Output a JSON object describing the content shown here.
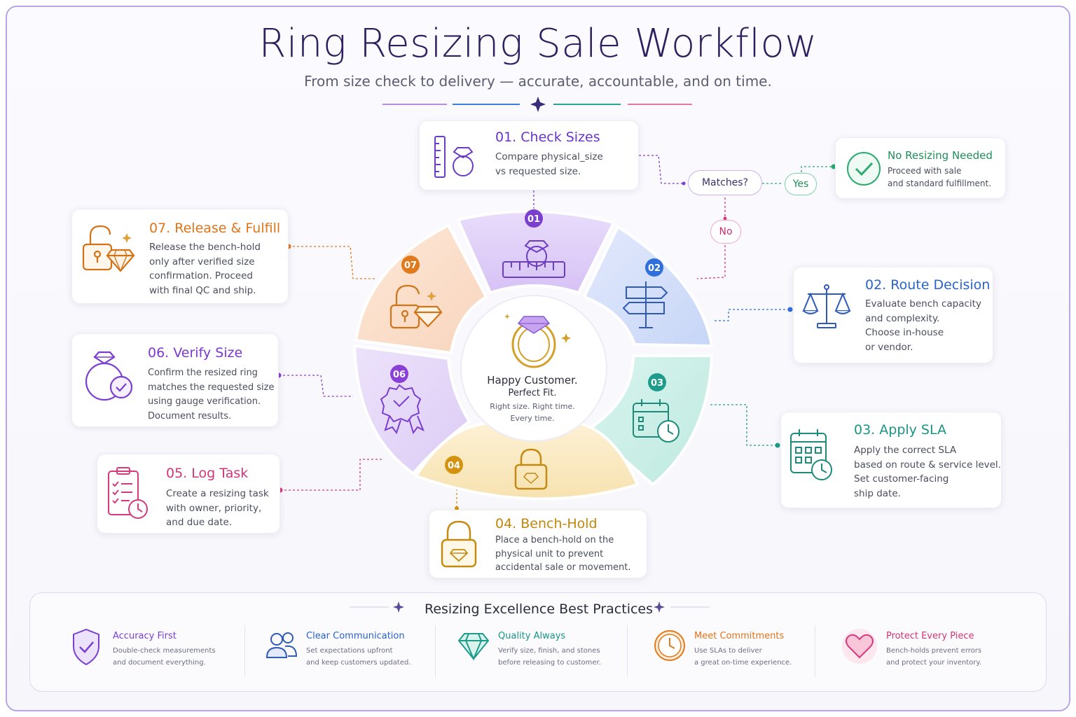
{
  "header": {
    "title": "Ring Resizing Sale Workflow",
    "subtitle": "From size check to delivery — accurate, accountable, and on time."
  },
  "colors": {
    "purple": "#7b3fd0",
    "blue": "#2f6fdc",
    "teal": "#1e9b8a",
    "gold": "#d4920f",
    "pink": "#d63a7d",
    "violet": "#8a3fd6",
    "orange": "#e07a1c",
    "green": "#2bab6e"
  },
  "center": {
    "title": "Happy Customer.",
    "subtitle": "Perfect Fit.",
    "tag1": "Right size. Right time.",
    "tag2": "Every time."
  },
  "steps": [
    {
      "num": "01",
      "title": "01. Check Sizes",
      "desc": [
        "Compare physical_size",
        "vs requested size."
      ],
      "icon": "ring-ruler-icon"
    },
    {
      "num": "02",
      "title": "02. Route Decision",
      "desc": [
        "Evaluate bench capacity",
        "and complexity.",
        "Choose in-house",
        "or vendor."
      ],
      "icon": "scales-icon"
    },
    {
      "num": "03",
      "title": "03. Apply SLA",
      "desc": [
        "Apply the correct SLA",
        "based on route & service level.",
        "Set customer-facing",
        "ship date."
      ],
      "icon": "calendar-clock-icon"
    },
    {
      "num": "04",
      "title": "04. Bench-Hold",
      "desc": [
        "Place a bench-hold on the",
        "physical unit to prevent",
        "accidental sale or movement."
      ],
      "icon": "padlock-icon"
    },
    {
      "num": "05",
      "title": "05. Log Task",
      "desc": [
        "Create a resizing task",
        "with owner, priority,",
        "and due date."
      ],
      "icon": "clipboard-icon"
    },
    {
      "num": "06",
      "title": "06. Verify Size",
      "desc": [
        "Confirm the resized ring",
        "matches the requested size",
        "using gauge verification.",
        "Document results."
      ],
      "icon": "ring-check-icon"
    },
    {
      "num": "07",
      "title": "07. Release & Fulfill",
      "desc": [
        "Release the bench-hold",
        "only after verified size",
        "confirmation. Proceed",
        "with final QC and ship."
      ],
      "icon": "unlock-diamond-icon"
    }
  ],
  "decision": {
    "question": "Matches?",
    "yes": "Yes",
    "no": "No",
    "outcome_title": "No Resizing Needed",
    "outcome_desc": [
      "Proceed with sale",
      "and standard fulfillment."
    ]
  },
  "best_practices": {
    "title": "Resizing Excellence Best Practices",
    "items": [
      {
        "title": "Accuracy First",
        "desc": [
          "Double-check measurements",
          "and document everything."
        ],
        "icon": "shield-check-icon"
      },
      {
        "title": "Clear Communication",
        "desc": [
          "Set expectations upfront",
          "and keep customers updated."
        ],
        "icon": "people-icon"
      },
      {
        "title": "Quality Always",
        "desc": [
          "Verify size, finish, and stones",
          "before releasing to customer."
        ],
        "icon": "diamond-icon"
      },
      {
        "title": "Meet Commitments",
        "desc": [
          "Use SLAs to deliver",
          "a great on-time experience."
        ],
        "icon": "clock-icon"
      },
      {
        "title": "Protect Every Piece",
        "desc": [
          "Bench-holds prevent errors",
          "and protect your inventory."
        ],
        "icon": "heart-icon"
      }
    ]
  }
}
